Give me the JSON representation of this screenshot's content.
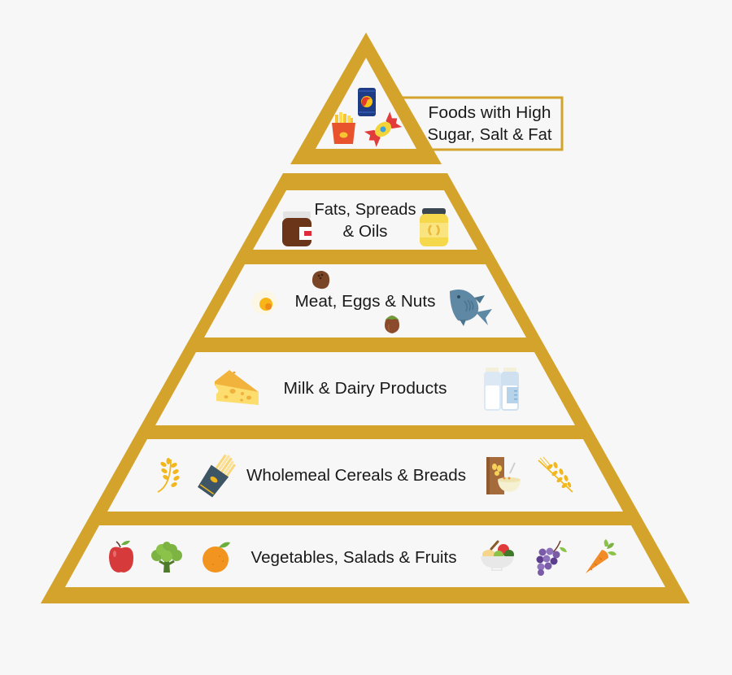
{
  "colors": {
    "frame": "#D4A32B",
    "background": "#F7F7F7",
    "text": "#1A1A1A"
  },
  "pyramid": {
    "tiers": [
      {
        "label_lines": [
          "Foods with High",
          "Sugar, Salt & Fat"
        ],
        "icons": [
          "soda-can",
          "french-fries",
          "candy"
        ]
      },
      {
        "label_lines": [
          "Fats, Spreads",
          "& Oils"
        ],
        "icons": [
          "chocolate-spread-jar",
          "butter-jar"
        ]
      },
      {
        "label": "Meat, Eggs & Nuts",
        "icons": [
          "fried-egg",
          "nut",
          "hazelnut",
          "fish"
        ]
      },
      {
        "label": "Milk & Dairy Products",
        "icons": [
          "cheese",
          "milk-bottles"
        ]
      },
      {
        "label": "Wholemeal Cereals & Breads",
        "icons": [
          "wheat-sprig",
          "breadsticks-pack",
          "cereal-box-bowl",
          "wheat-ear"
        ]
      },
      {
        "label": "Vegetables, Salads & Fruits",
        "icons": [
          "apple",
          "broccoli",
          "orange",
          "salad-bowl",
          "grapes",
          "carrot"
        ]
      }
    ]
  }
}
